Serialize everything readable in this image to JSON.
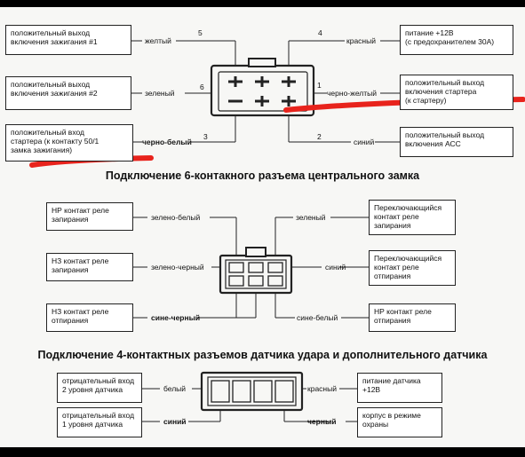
{
  "s1": {
    "boxes": {
      "ign1": "положительный выход\nвключения зажигания #1",
      "ign2": "положительный выход\nвключения зажигания #2",
      "start_in": "положительный вход\nстартера (к контакту 50/1\nзамка зажигания)",
      "power": "питание +12В\n(с предохранителем 30А)",
      "start_out": "положительный выход\nвключения стартера\n(к стартеру)",
      "acc": "положительный выход\nвключения АСС"
    },
    "wires": {
      "yellow": "желтый",
      "green": "зеленый",
      "black_white": "черно-белый",
      "red": "красный",
      "black_yellow": "черно-желтый",
      "blue": "синий"
    },
    "pins": {
      "p1": "1",
      "p2": "2",
      "p3": "3",
      "p4": "4",
      "p5": "5",
      "p6": "6"
    }
  },
  "title2": "Подключение 6-контакного разъема центрального замка",
  "s2": {
    "boxes": {
      "no_lock": "НР контакт реле\nзапирания",
      "nc_lock": "НЗ контакт реле\nзапирания",
      "nc_unlock": "НЗ контакт реле\nотпирания",
      "sw_lock": "Переключающийся\nконтакт реле\nзапирания",
      "sw_unlock": "Переключающийся\nконтакт реле\nотпирания",
      "no_unlock": "НР контакт реле\nотпирания"
    },
    "wires": {
      "green_white": "зелено-белый",
      "green_black": "зелено-черный",
      "blue_black": "сине-черный",
      "green": "зеленый",
      "blue": "синий",
      "blue_white": "сине-белый"
    }
  },
  "title3": "Подключение 4-контактных разъемов датчика удара и дополнительного датчика",
  "s3": {
    "boxes": {
      "neg2": "отрицательный вход\n2 уровня датчика",
      "neg1": "отрицательный вход\n1 уровня датчика",
      "power": "питание датчика\n+12В",
      "ground": "корпус в режиме\nохраны"
    },
    "wires": {
      "white": "белый",
      "blue": "синий",
      "red": "красный",
      "black": "черный"
    }
  },
  "colors": {
    "highlight": "#e8231c",
    "ink": "#222222"
  }
}
